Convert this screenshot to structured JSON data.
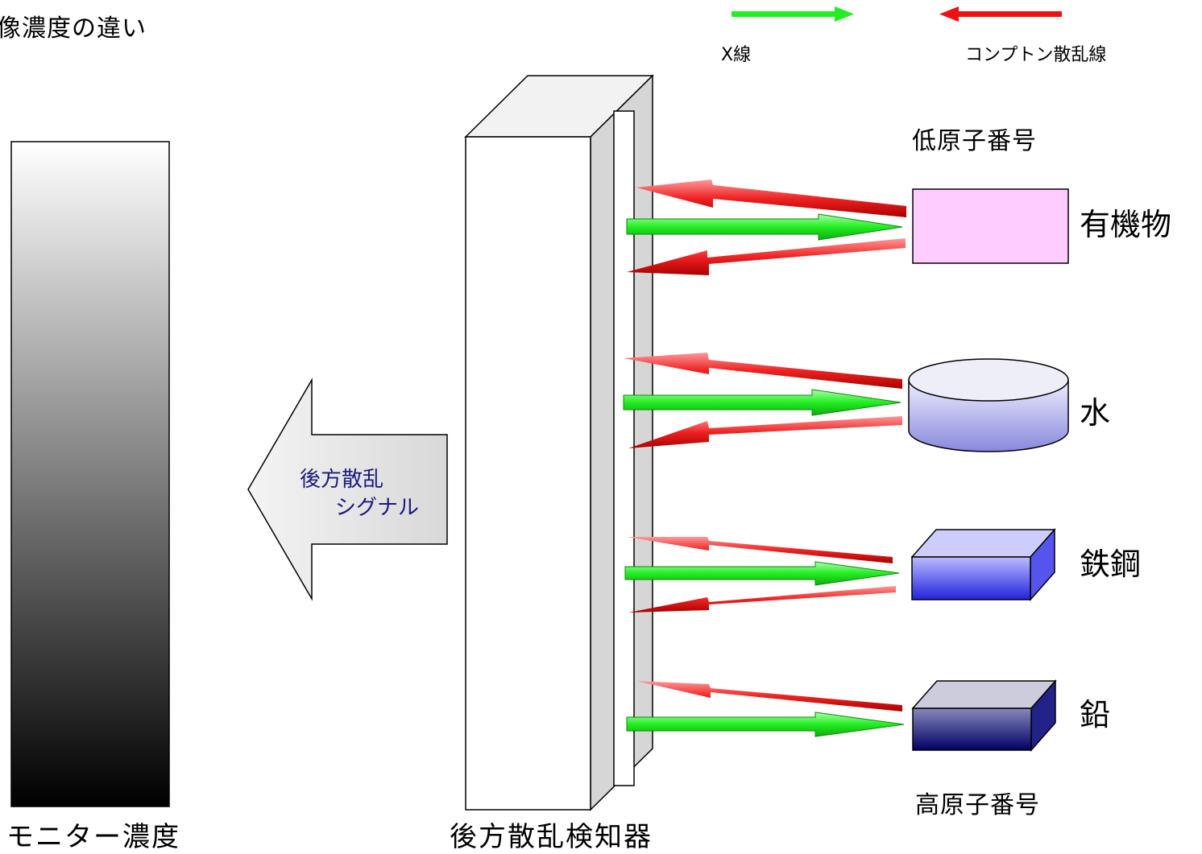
{
  "title": "像濃度の違い",
  "legend": {
    "xray_label": "X線",
    "compton_label": "コンプトン散乱線",
    "xray_color": "#22ee22",
    "compton_color": "#ee1111"
  },
  "monitor": {
    "label": "モニター濃度"
  },
  "signal": {
    "line1": "後方散乱",
    "line2": "シグナル"
  },
  "detector": {
    "label": "後方散乱検知器"
  },
  "axis": {
    "top": "低原子番号",
    "bottom": "高原子番号"
  },
  "materials": [
    {
      "name": "有機物",
      "color": "#ffccff"
    },
    {
      "name": "水",
      "color": "#9999ee"
    },
    {
      "name": "鉄鋼",
      "color": "#4444ee"
    },
    {
      "name": "鉛",
      "color": "#111177"
    }
  ]
}
